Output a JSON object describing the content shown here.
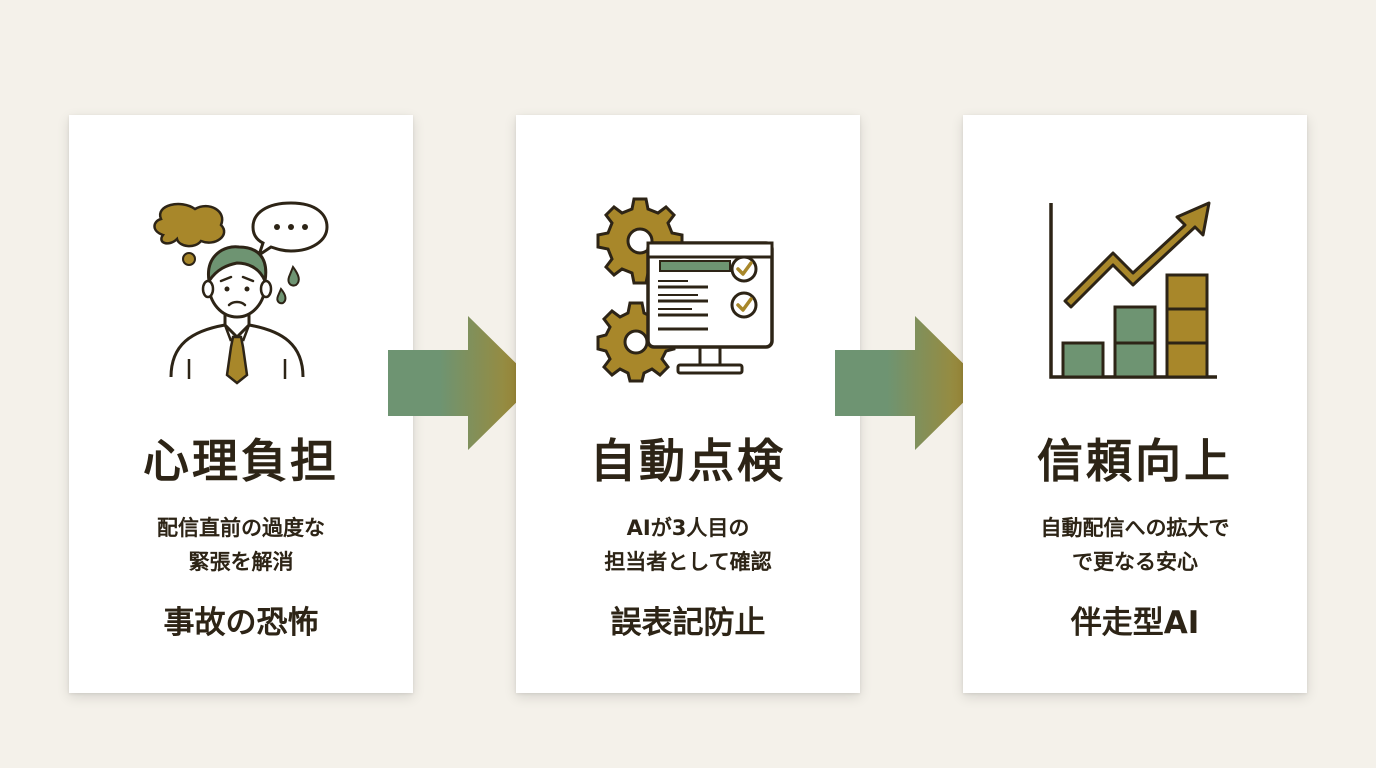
{
  "cards": [
    {
      "title": "心理負担",
      "desc_line1": "配信直前の過度な",
      "desc_line2": "緊張を解消",
      "tag": "事故の恐怖",
      "icon": "stressed-person-icon"
    },
    {
      "title": "自動点検",
      "desc_line1": "AIが3人目の",
      "desc_line2": "担当者として確認",
      "tag": "誤表記防止",
      "icon": "gears-monitor-checklist-icon"
    },
    {
      "title": "信頼向上",
      "desc_line1": "自動配信への拡大で",
      "desc_line2": "で更なる安心",
      "tag": "伴走型AI",
      "icon": "growth-chart-icon"
    }
  ],
  "colors": {
    "background": "#f4f1ea",
    "card": "#ffffff",
    "gold": "#a8872a",
    "green": "#6e9472",
    "text": "#2d2416"
  }
}
